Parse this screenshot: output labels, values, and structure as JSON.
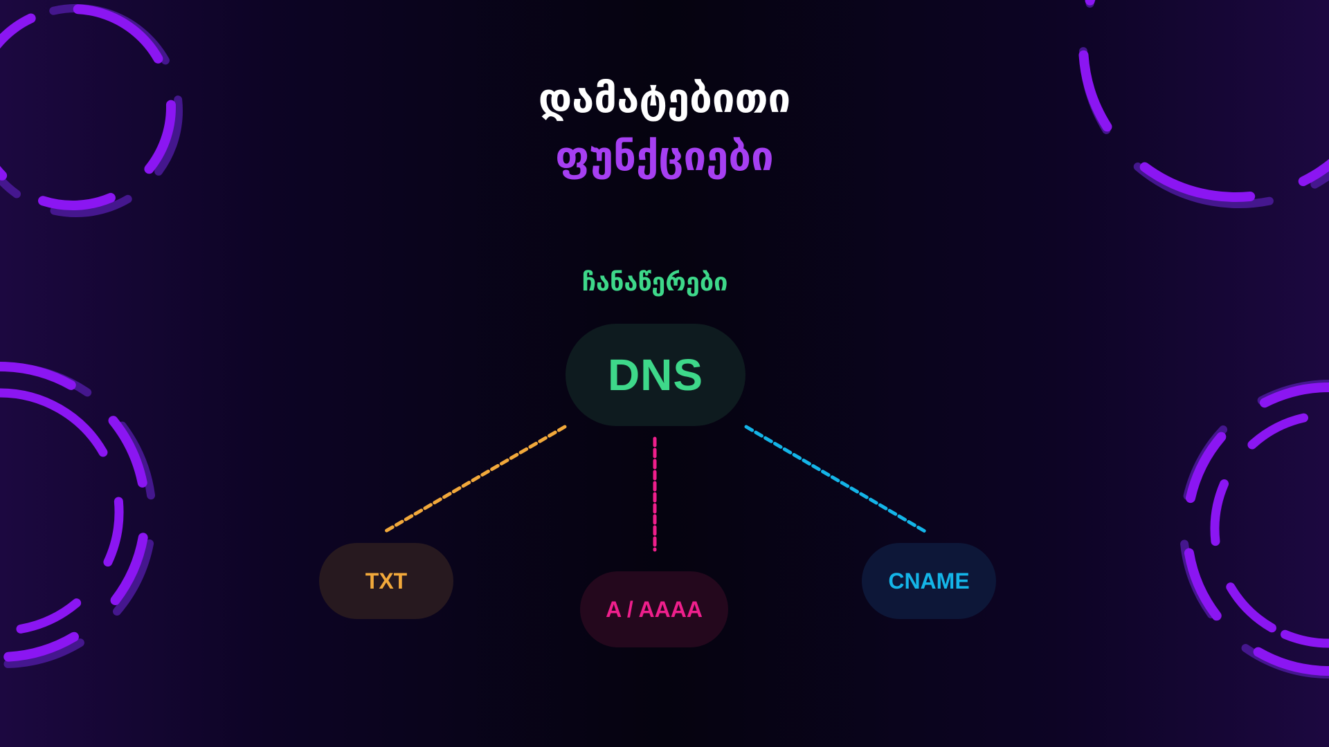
{
  "title": {
    "line1": "დამატებითი",
    "line2": "ფუნქციები"
  },
  "diagram": {
    "group_label": "ჩანაწერები",
    "root": {
      "label": "DNS",
      "color": "#3ed88a"
    },
    "children": [
      {
        "label": "TXT",
        "color": "#f2a93b"
      },
      {
        "label": "A / AAAA",
        "color": "#ef1f8c"
      },
      {
        "label": "CNAME",
        "color": "#14b5e8"
      }
    ]
  },
  "colors": {
    "accent_purple": "#8b16f2",
    "title_highlight": "#a63ff2"
  }
}
